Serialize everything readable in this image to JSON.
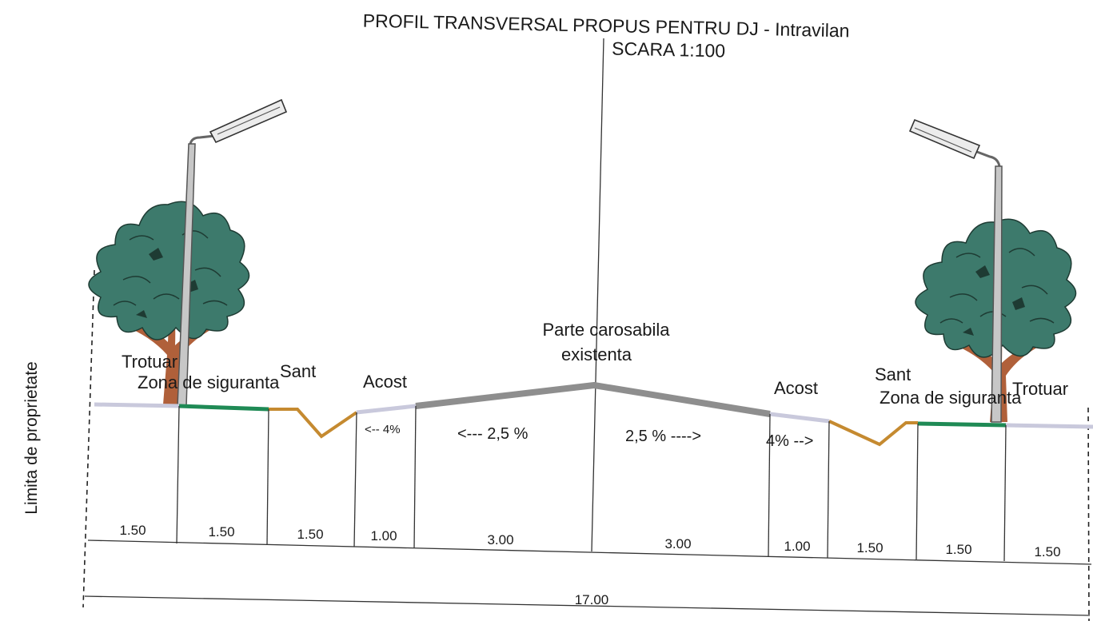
{
  "title": "PROFIL TRANSVERSAL PROPUS PENTRU DJ  - Intravilan",
  "scale": "SCARA 1:100",
  "side_label": "Limita de proprietate",
  "labels": {
    "trotuar": "Trotuar",
    "zona_siguranta": "Zona de siguranta",
    "sant": "Sant",
    "acost": "Acost",
    "parte_carosabila_line1": "Parte carosabila",
    "parte_carosabila_line2": "existenta"
  },
  "slopes": {
    "acost_left": "<-- 4%",
    "road_left": "<--- 2,5 %",
    "road_right": "2,5 % ---->",
    "acost_right": "4% -->"
  },
  "dimensions": [
    "1.50",
    "1.50",
    "1.50",
    "1.00",
    "3.00",
    "3.00",
    "1.00",
    "1.50",
    "1.50",
    "1.50"
  ],
  "total_width": "17.00",
  "colors": {
    "sidewalk_line": "#c9c9dc",
    "safety_zone": "#1f8a55",
    "ditch": "#c58a30",
    "road": "#8e8e8e",
    "tree_crown": "#3d7a6c",
    "tree_trunk": "#b0603a",
    "lamp_pole": "#bdbdbd"
  },
  "icons": [
    "tree-icon",
    "street-lamp-icon"
  ]
}
